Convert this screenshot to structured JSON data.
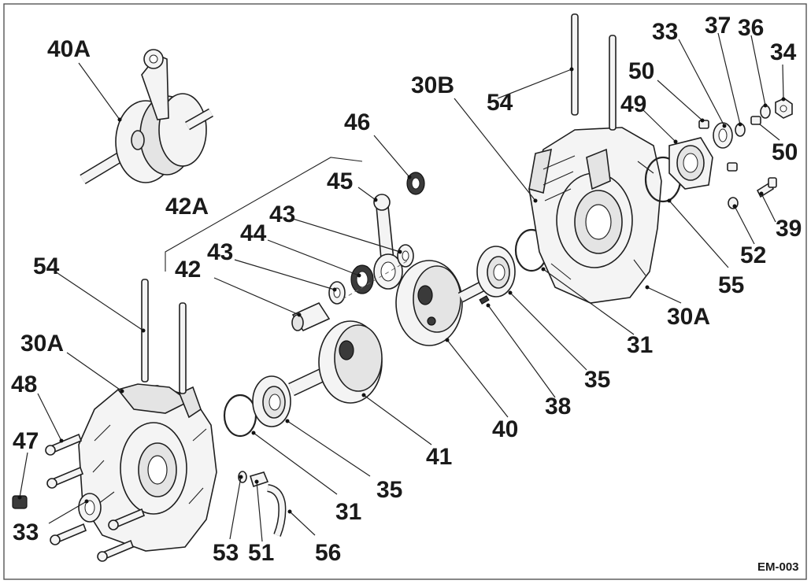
{
  "diagram": {
    "code": "EM-003",
    "labels": {
      "l40a": "40A",
      "l30b": "30B",
      "l54a": "54",
      "l33a": "33",
      "l37": "37",
      "l36": "36",
      "l34": "34",
      "l50a": "50",
      "l49": "49",
      "l50b": "50",
      "l46": "46",
      "l45": "45",
      "l42a": "42A",
      "l43a": "43",
      "l44": "44",
      "l43b": "43",
      "l42": "42",
      "l54b": "54",
      "l30a1": "30A",
      "l48": "48",
      "l47": "47",
      "l33b": "33",
      "l39": "39",
      "l52": "52",
      "l55": "55",
      "l30a2": "30A",
      "l31a": "31",
      "l35a": "35",
      "l38": "38",
      "l40": "40",
      "l41": "41",
      "l35b": "35",
      "l31b": "31",
      "l53": "53",
      "l51": "51",
      "l56": "56"
    }
  }
}
